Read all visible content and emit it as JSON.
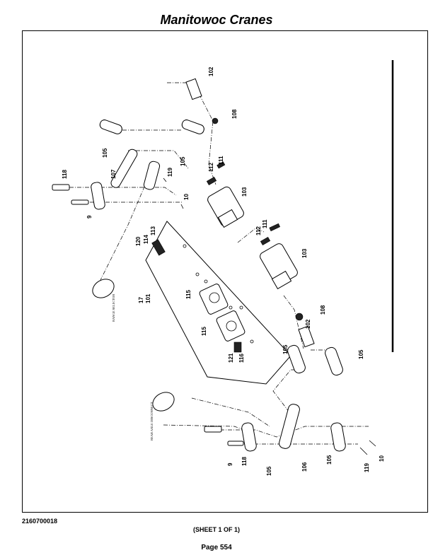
{
  "header": {
    "title": "Manitowoc Cranes"
  },
  "drawing": {
    "number": "2160700018",
    "sheet": "(SHEET 1 OF 1)",
    "page": "Page 554",
    "decals": {
      "range_selector": "RANGE SELECTOR",
      "rear_axle_disconnect": "REAR AXLE DISCONNECT"
    },
    "callouts": [
      "102",
      "108",
      "111",
      "112",
      "103",
      "105",
      "107",
      "105",
      "119",
      "10",
      "118",
      "9",
      "17",
      "101",
      "120",
      "114",
      "113",
      "115",
      "115",
      "121",
      "116",
      "111",
      "112",
      "103",
      "108",
      "102",
      "105",
      "105",
      "106",
      "105",
      "119",
      "10",
      "9",
      "118",
      "105"
    ]
  }
}
